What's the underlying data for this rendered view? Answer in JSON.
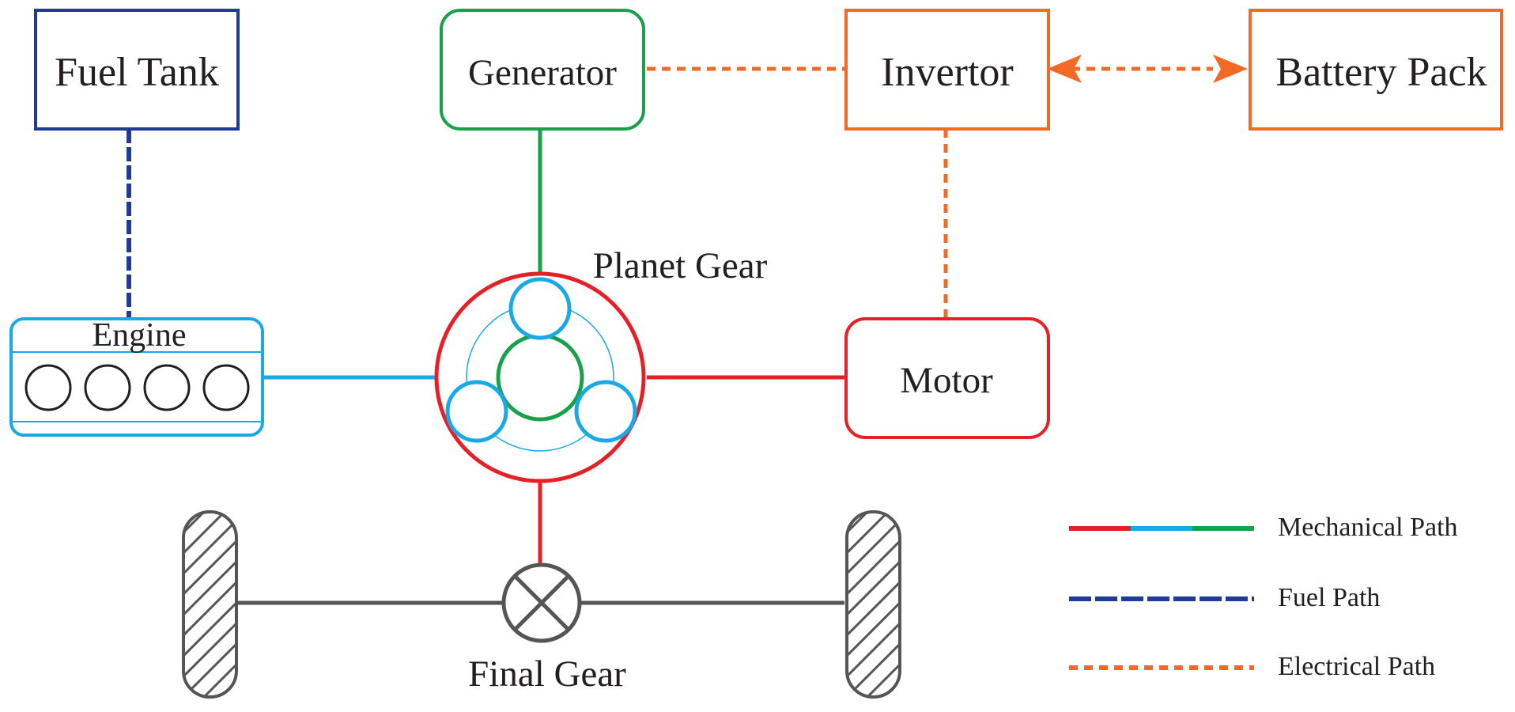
{
  "colors": {
    "fuel": "#1f3b97",
    "generator": "#17a14a",
    "electrical": "#f26a25",
    "engine": "#19a9e6",
    "mechanical": "#e52127",
    "axle": "#555555"
  },
  "labels": {
    "fuel_tank": "Fuel Tank",
    "generator": "Generator",
    "invertor": "Invertor",
    "battery_pack": "Battery Pack",
    "planet_gear": "Planet Gear",
    "engine": "Engine",
    "motor": "Motor",
    "final_gear": "Final Gear"
  },
  "legend": {
    "mechanical": "Mechanical Path",
    "fuel": "Fuel Path",
    "electrical": "Electrical Path"
  }
}
